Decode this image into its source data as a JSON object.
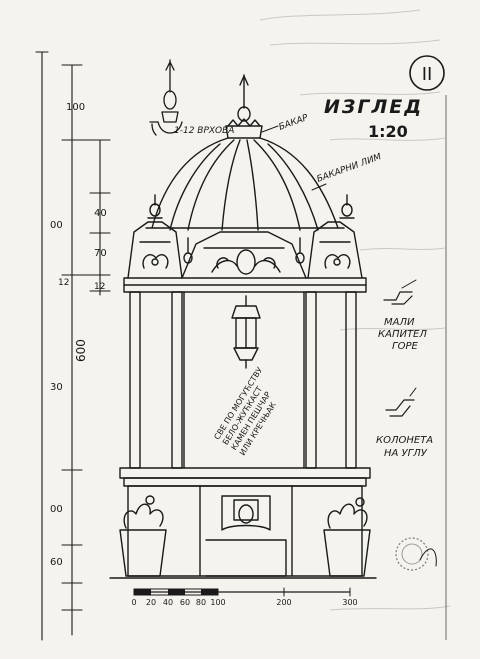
{
  "sheet": {
    "number": "II",
    "view_title": "ИЗГЛЕД",
    "scale": "1:20"
  },
  "labels": {
    "top_detail": "1-12 ВРХОВА",
    "copper": "БАКАР",
    "copper_sheet": "БАКАРНИ ЛИМ",
    "small_capital": "МАЛИ КАПИТЕЛ ГОРЕ",
    "corner_column": "КОЛОНЕТА НА УГЛУ",
    "material_note": [
      "СВЕ ПО МОГУЋСТВУ",
      "БЕЛО-ЖУЋКАСТ",
      "КАМЕН ПЕШЧАР",
      "ИЛИ КРЕЧЊАК"
    ]
  },
  "dimensions": {
    "spire": "100",
    "d1": "40",
    "d2": "70",
    "d3": "12",
    "d4": "12",
    "total_height": "600",
    "left_upper": "00",
    "left_mid": "30",
    "left_lower": "00",
    "left_bottom": "60"
  },
  "scale_bar": {
    "ticks": [
      "0",
      "20",
      "40",
      "60",
      "80",
      "100",
      "200",
      "300"
    ]
  }
}
